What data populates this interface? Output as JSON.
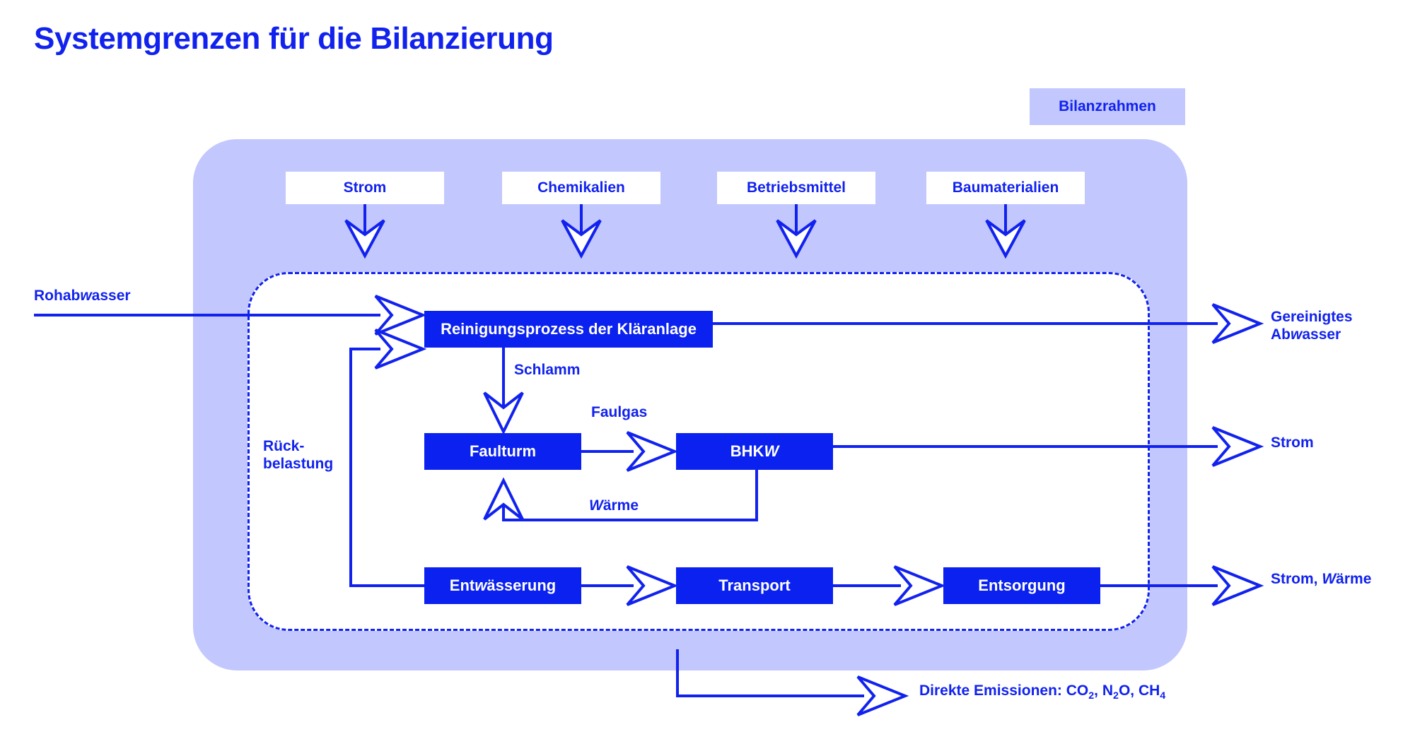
{
  "title": "Systemgrenzen für die Bilanzierung",
  "legend": {
    "label": "Bilanzrahmen"
  },
  "colors": {
    "accent_blue": "#1122EE",
    "box_blue": "#0A21EF",
    "frame_lavender": "#C2C7FD",
    "background": "#FFFFFF"
  },
  "inputs": [
    {
      "label": "Strom"
    },
    {
      "label": "Chemikalien"
    },
    {
      "label": "Betriebsmittel"
    },
    {
      "label": "Baumaterialien"
    }
  ],
  "processes": [
    {
      "id": "reinigung",
      "label": "Reinigungsprozess der Kläranlage"
    },
    {
      "id": "faulturm",
      "label": "Faulturm"
    },
    {
      "id": "bhkw",
      "label_pre": "BHK",
      "label_italic": "W"
    },
    {
      "id": "entwaesserung",
      "label_pre": "Ent",
      "label_italic": "w",
      "label_post": "ässerung"
    },
    {
      "id": "transport",
      "label": "Transport"
    },
    {
      "id": "entsorgung",
      "label": "Entsorgung"
    }
  ],
  "inputs_left": [
    {
      "label_pre": "Rohab",
      "label_italic": "w",
      "label_post": "asser"
    }
  ],
  "flow_labels": [
    {
      "id": "schlamm",
      "label": "Schlamm"
    },
    {
      "id": "faulgas",
      "label": "Faulgas"
    },
    {
      "id": "waerme",
      "label_italic": "W",
      "label_post": "ärme"
    },
    {
      "id": "rueckbelastung",
      "line1": "Rück-",
      "line2": "belastung"
    }
  ],
  "outputs": [
    {
      "id": "gereinigtes-abwasser",
      "line1": "Gereinigtes",
      "line2_pre": "Ab",
      "line2_italic": "w",
      "line2_post": "asser"
    },
    {
      "id": "strom",
      "label": "Strom"
    },
    {
      "id": "strom-waerme",
      "label_pre": "Strom, ",
      "label_italic": "W",
      "label_post": "ärme"
    },
    {
      "id": "direkte-emissionen",
      "label_pre": "Direkte Emissionen: CO",
      "sub1": "2",
      "mid1": ", N",
      "sub2": "2",
      "mid2": "O, CH",
      "sub3": "4"
    }
  ]
}
